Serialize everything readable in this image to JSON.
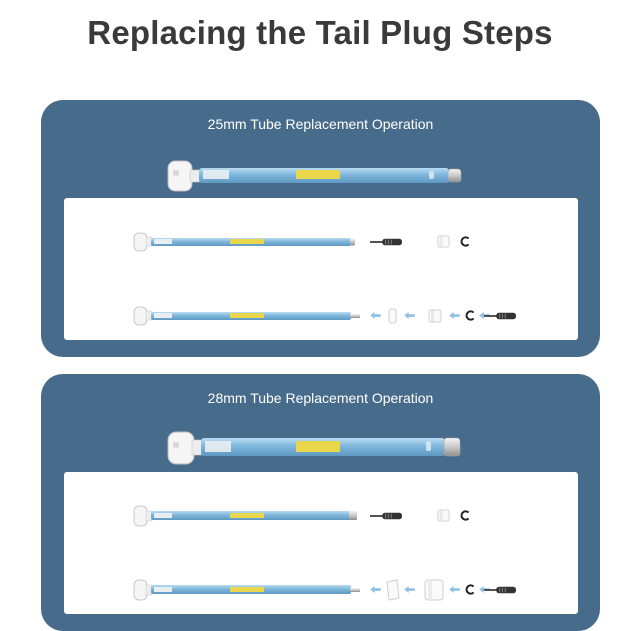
{
  "page": {
    "title": "Replacing the Tail Plug Steps"
  },
  "sections": [
    {
      "title": "25mm Tube Replacement Operation",
      "tube_mm": 25
    },
    {
      "title": "28mm Tube Replacement Operation",
      "tube_mm": 28
    }
  ],
  "colors": {
    "panel": "#476b8a",
    "tube": "#7fb7dc",
    "label": "#e9d64a",
    "arrow": "#8fc1e6"
  },
  "icons": [
    "motor-tube",
    "screwdriver-icon",
    "tail-plug-icon",
    "circlip-icon",
    "arrow-left-icon"
  ]
}
